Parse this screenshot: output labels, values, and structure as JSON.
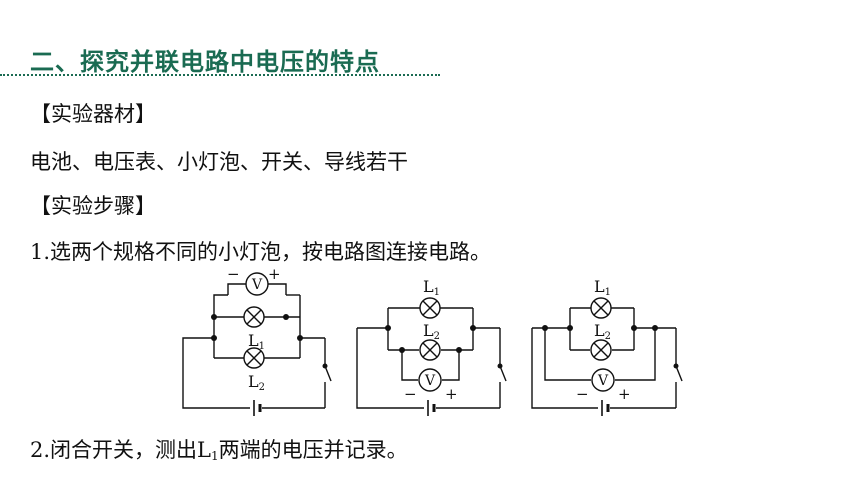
{
  "title": "二、探究并联电路中电压的特点",
  "sections": {
    "materials_header": "【实验器材】",
    "materials": "电池、电压表、小灯泡、开关、导线若干",
    "steps_header": "【实验步骤】"
  },
  "steps": [
    {
      "number": "1.",
      "text": "选两个规格不同的小灯泡，按电路图连接电路。"
    },
    {
      "number": "2.",
      "text_before": "闭合开关，测出",
      "lamp": "L",
      "lamp_sub": "1",
      "text_after": "两端的电压并记录。"
    }
  ],
  "circuits": {
    "voltmeter_symbol": "V",
    "lamp_letter": "L",
    "lamp1_sub": "1",
    "lamp2_sub": "2",
    "minus_sign": "−",
    "plus_sign": "+"
  }
}
